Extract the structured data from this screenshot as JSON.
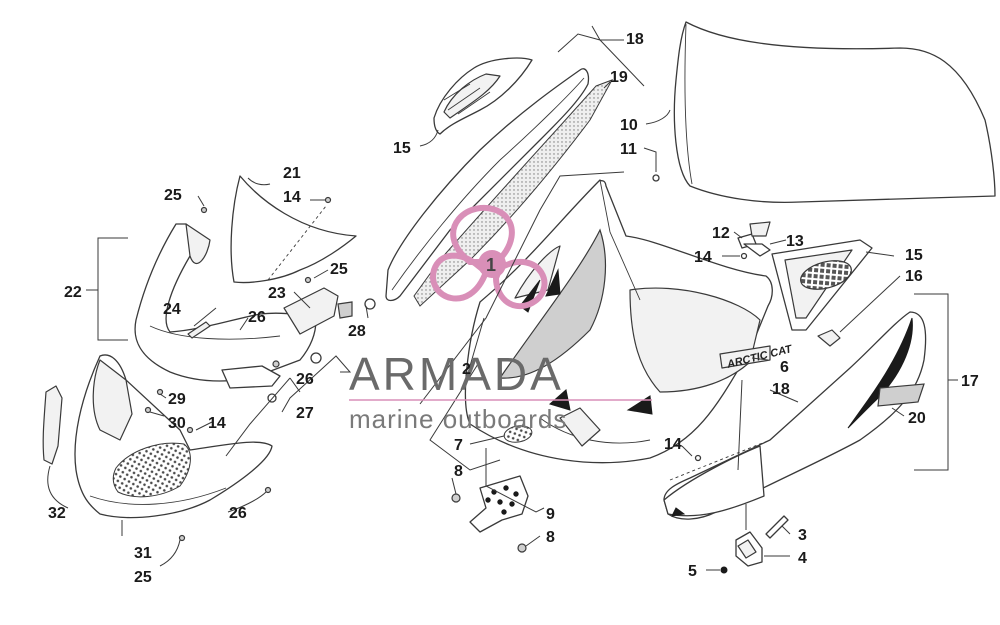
{
  "watermark": {
    "brand": "ARMADA",
    "tagline": "marine outboards",
    "logo_number": "1",
    "logo_color": "#d98fb8"
  },
  "decal": {
    "text": "ARCTIC CAT"
  },
  "callouts": [
    {
      "id": "c18a",
      "text": "18"
    },
    {
      "id": "c19",
      "text": "19"
    },
    {
      "id": "c15a",
      "text": "15"
    },
    {
      "id": "c10",
      "text": "10"
    },
    {
      "id": "c11",
      "text": "11"
    },
    {
      "id": "c21",
      "text": "21"
    },
    {
      "id": "c25a",
      "text": "25"
    },
    {
      "id": "c14a",
      "text": "14"
    },
    {
      "id": "c22",
      "text": "22"
    },
    {
      "id": "c25b",
      "text": "25"
    },
    {
      "id": "c23",
      "text": "23"
    },
    {
      "id": "c24",
      "text": "24"
    },
    {
      "id": "c26a",
      "text": "26"
    },
    {
      "id": "c28",
      "text": "28"
    },
    {
      "id": "c12",
      "text": "12"
    },
    {
      "id": "c13",
      "text": "13"
    },
    {
      "id": "c14b",
      "text": "14"
    },
    {
      "id": "c15b",
      "text": "15"
    },
    {
      "id": "c16",
      "text": "16"
    },
    {
      "id": "c17",
      "text": "17"
    },
    {
      "id": "c6",
      "text": "6"
    },
    {
      "id": "c18b",
      "text": "18"
    },
    {
      "id": "c20",
      "text": "20"
    },
    {
      "id": "c2",
      "text": "2"
    },
    {
      "id": "c26b",
      "text": "26"
    },
    {
      "id": "c27",
      "text": "27"
    },
    {
      "id": "c29",
      "text": "29"
    },
    {
      "id": "c30",
      "text": "30"
    },
    {
      "id": "c14c",
      "text": "14"
    },
    {
      "id": "c7",
      "text": "7"
    },
    {
      "id": "c8a",
      "text": "8"
    },
    {
      "id": "c9",
      "text": "9"
    },
    {
      "id": "c8b",
      "text": "8"
    },
    {
      "id": "c14d",
      "text": "14"
    },
    {
      "id": "c3",
      "text": "3"
    },
    {
      "id": "c4",
      "text": "4"
    },
    {
      "id": "c5",
      "text": "5"
    },
    {
      "id": "c32",
      "text": "32"
    },
    {
      "id": "c26c",
      "text": "26"
    },
    {
      "id": "c31",
      "text": "31"
    },
    {
      "id": "c25c",
      "text": "25"
    }
  ]
}
